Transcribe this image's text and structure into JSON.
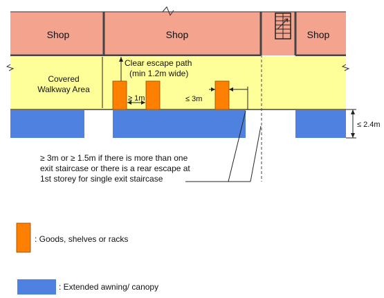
{
  "shops": [
    "Shop",
    "Shop",
    "Shop"
  ],
  "walkway_label": [
    "Covered",
    "Walkway Area"
  ],
  "escape_path": [
    "Clear escape path",
    "(min 1.2m wide)"
  ],
  "dims": {
    "goods_gap": "≥ 1m",
    "goods_to_path": "≤ 3m",
    "awning_height": "≤ 2.4m"
  },
  "note": [
    "≥ 3m or ≥  1.5m if there is more than one",
    "exit staircase or there is a rear escape at",
    "1st storey for single exit staircase"
  ],
  "legend": [
    {
      "label": ": Goods, shelves or racks",
      "color": "#ff7f00"
    },
    {
      "label": ": Extended awning/ canopy",
      "color": "#4f81e0"
    }
  ],
  "colors": {
    "shop": "#f4a38f",
    "walkway": "#ffff99",
    "goods": "#ff7f00",
    "awning": "#4f81e0",
    "stair_corridor": "#f4a38f"
  }
}
